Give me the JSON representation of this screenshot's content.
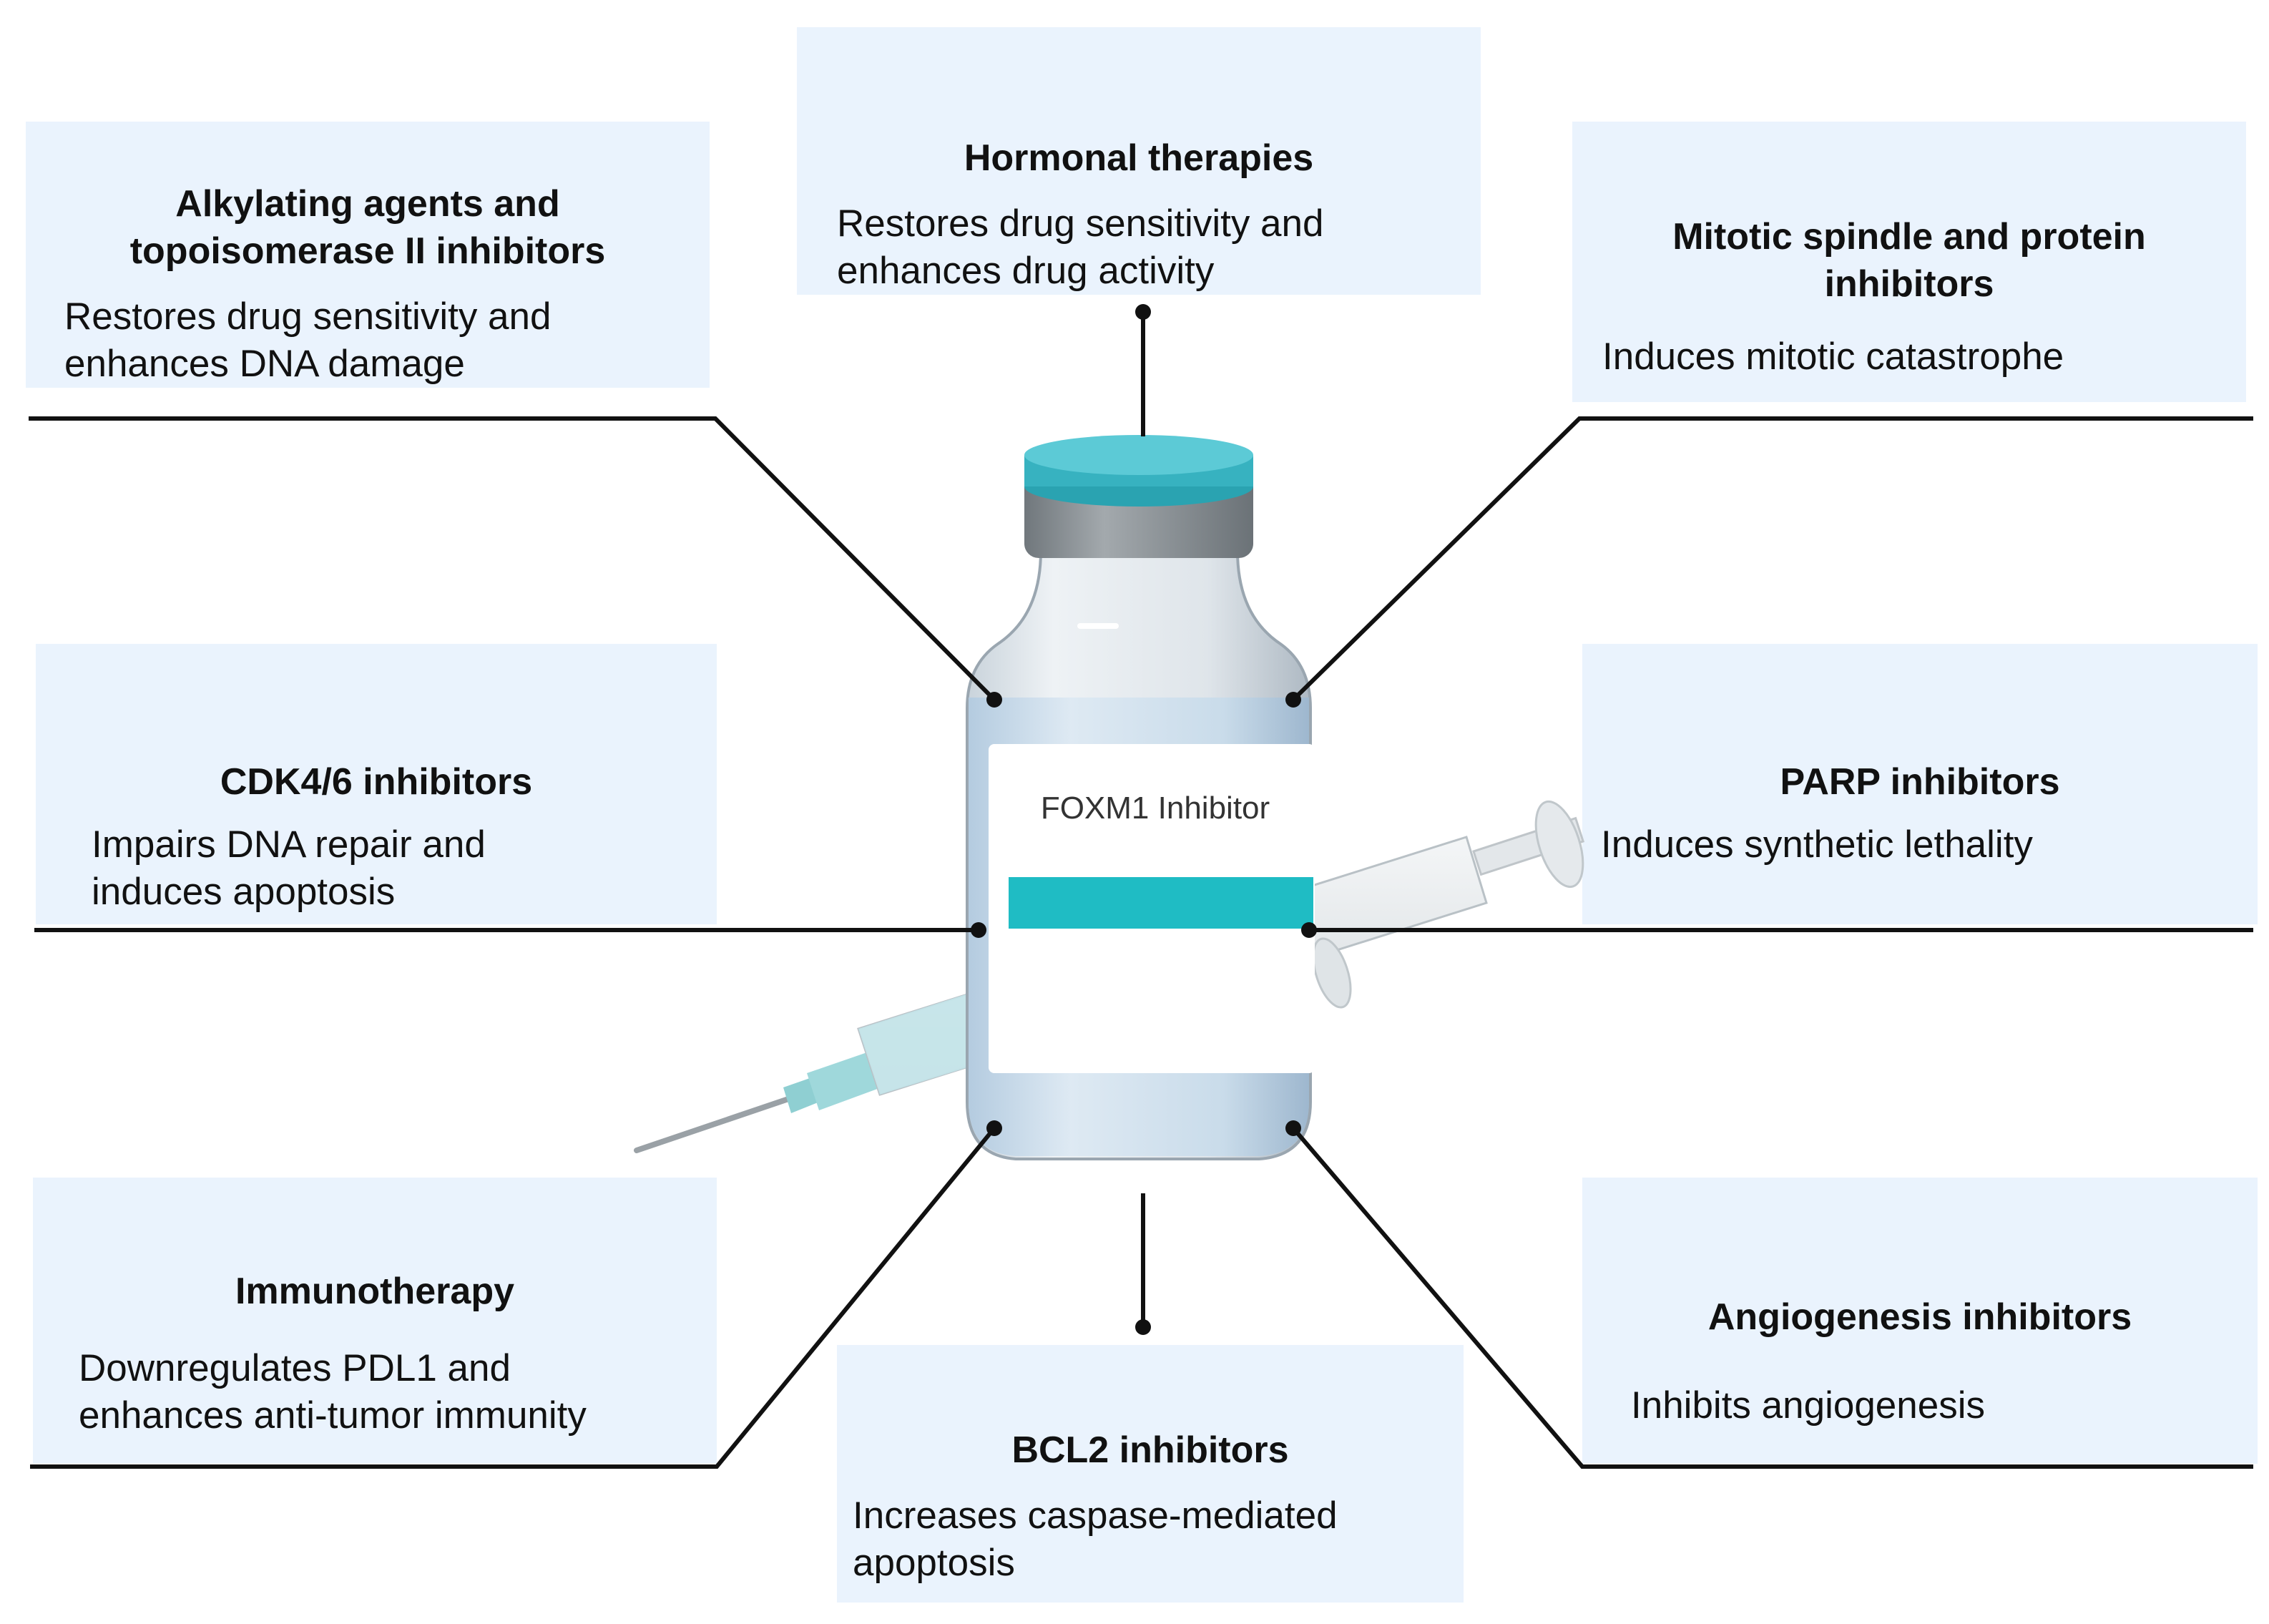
{
  "center": {
    "label": "FOXM1 Inhibitor"
  },
  "boxes": {
    "alkylating": {
      "title": "Alkylating agents and\ntopoisomerase II inhibitors",
      "desc": "Restores drug sensitivity and\nenhances DNA damage"
    },
    "hormonal": {
      "title": "Hormonal therapies",
      "desc": "Restores drug sensitivity and\nenhances drug activity"
    },
    "mitotic": {
      "title": "Mitotic spindle and protein\ninhibitors",
      "desc": "Induces mitotic catastrophe"
    },
    "cdk": {
      "title": "CDK4/6 inhibitors",
      "desc": "Impairs DNA repair and\ninduces apoptosis"
    },
    "parp": {
      "title": "PARP inhibitors",
      "desc": "Induces synthetic lethality"
    },
    "immuno": {
      "title": "Immunotherapy",
      "desc": "Downregulates PDL1 and\nenhances anti-tumor immunity"
    },
    "bcl2": {
      "title": "BCL2 inhibitors",
      "desc": "Increases caspase-mediated\napoptosis"
    },
    "angio": {
      "title": "Angiogenesis inhibitors",
      "desc": "Inhibits angiogenesis"
    }
  },
  "colors": {
    "box_fill": "#eaf3fd",
    "cap_teal": "#3fb8c6",
    "cap_grey": "#8e9498",
    "label_band": "#1fbcc4",
    "line": "#111111"
  }
}
